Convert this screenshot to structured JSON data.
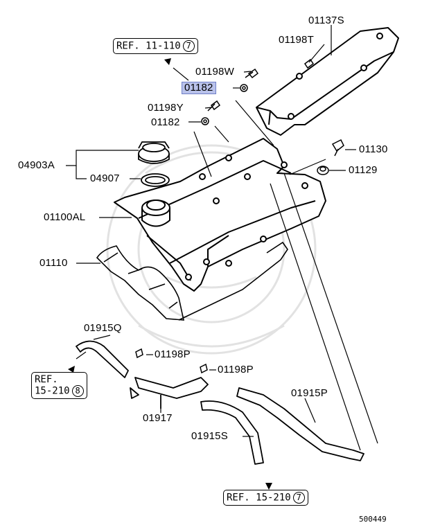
{
  "diagram": {
    "highlighted_part": "01182",
    "labels": {
      "l01137S": "01137S",
      "l01198T": "01198T",
      "l01198W": "01198W",
      "l01182a": "01182",
      "l01198Y": "01198Y",
      "l01182b": "01182",
      "l04903A": "04903A",
      "l04907": "04907",
      "l01100AL": "01100AL",
      "l01110": "01110",
      "l01130": "01130",
      "l01129": "01129",
      "l01915Q": "01915Q",
      "l01198Pa": "01198P",
      "l01198Pb": "01198P",
      "l01917": "01917",
      "l01915P": "01915P",
      "l01915S": "01915S"
    },
    "refs": {
      "ref1": {
        "text": "REF. 11-110",
        "num": "7"
      },
      "ref2_line1": "REF.",
      "ref2_line2": "15-210",
      "ref2_num": "8",
      "ref3": {
        "text": "REF. 15-210",
        "num": "7"
      }
    },
    "diagram_id": "500449"
  }
}
